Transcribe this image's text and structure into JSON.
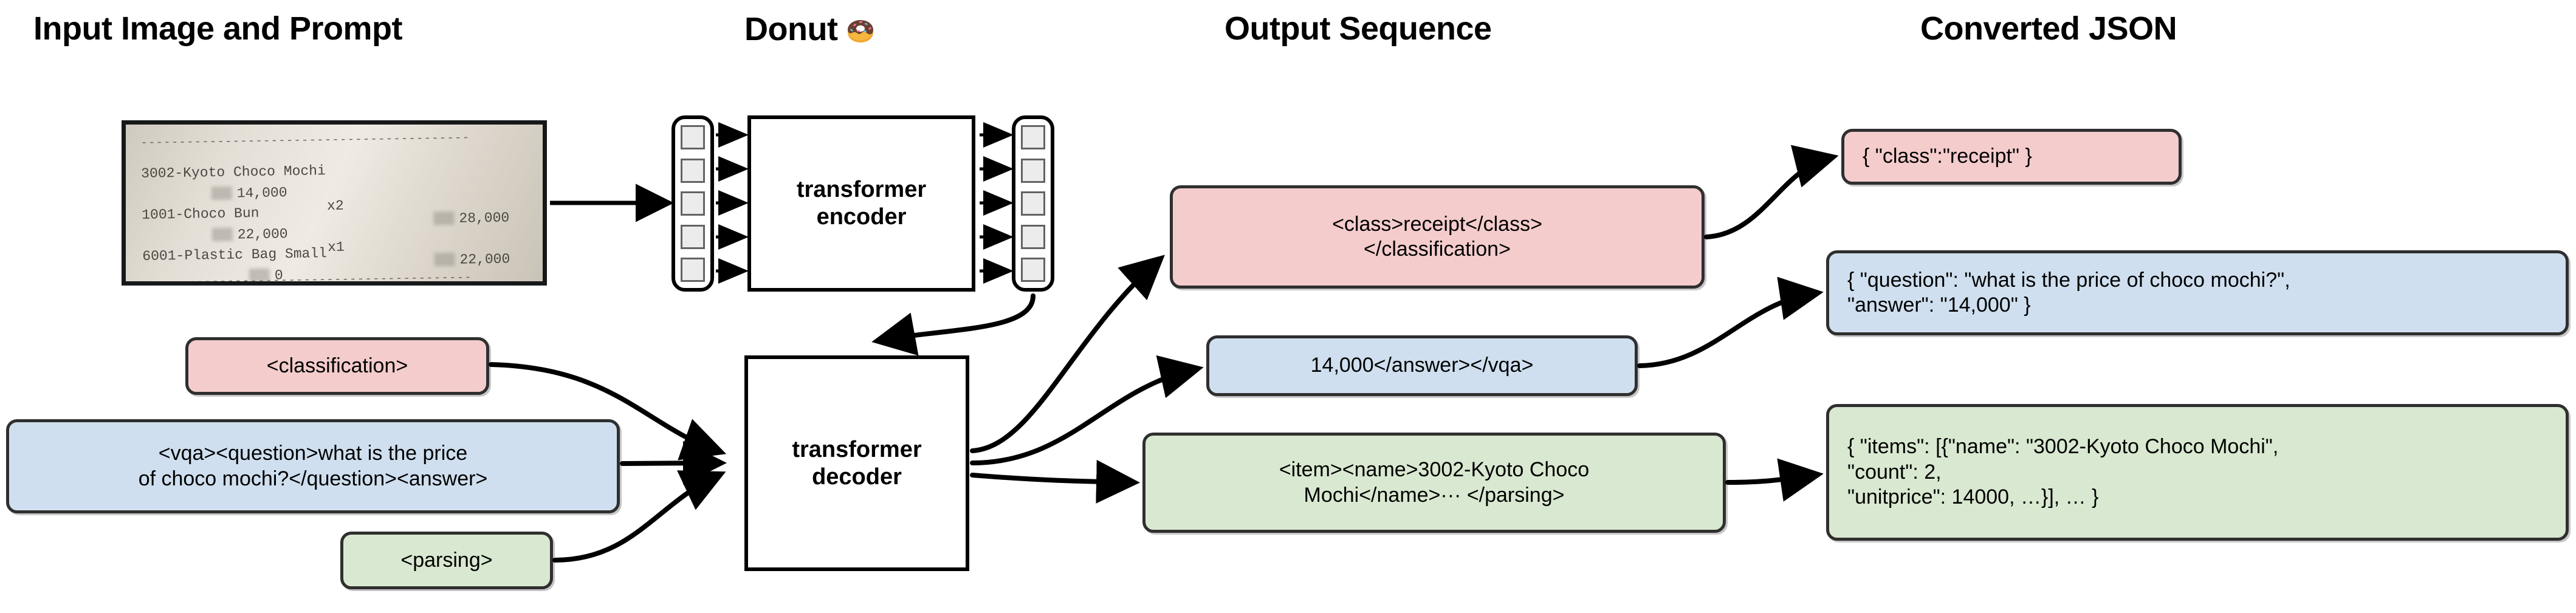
{
  "columns": {
    "input": "Input Image and Prompt",
    "model": "Donut",
    "model_emoji": "donut-emoji",
    "output": "Output Sequence",
    "json": "Converted JSON"
  },
  "receipt": {
    "top_rule": "-------------------------------------------",
    "bottom_rule": "-------------------------------------------",
    "lines": [
      {
        "name": "3002-Kyoto Choco Mochi",
        "unit": "14,000",
        "qty": "x2",
        "total": "28,000"
      },
      {
        "name": "1001-Choco Bun",
        "unit": "22,000",
        "qty": "x1",
        "total": "22,000"
      },
      {
        "name": "6001-Plastic Bag Small",
        "unit": "0",
        "qty": "x1",
        "total": "0"
      }
    ]
  },
  "encoder": {
    "label": "transformer\nencoder",
    "input_tokens": 5,
    "output_tokens": 5
  },
  "decoder": {
    "label": "transformer\ndecoder"
  },
  "prompts": [
    {
      "id": "classification",
      "text": "<classification>",
      "color": "#f4cccc"
    },
    {
      "id": "vqa",
      "text": "<vqa><question>what is the price\nof choco mochi?</question><answer>",
      "color": "#cfdfef"
    },
    {
      "id": "parsing",
      "text": "<parsing>",
      "color": "#d9e8d0"
    }
  ],
  "outputs": [
    {
      "id": "classification-out",
      "text": "<class>receipt</class>\n</classification>",
      "color": "#f4cccc"
    },
    {
      "id": "vqa-out",
      "text": "14,000</answer></vqa>",
      "color": "#cfdfef"
    },
    {
      "id": "parsing-out",
      "text": "<item><name>3002-Kyoto Choco\nMochi</name>··· </parsing>",
      "color": "#d9e8d0"
    }
  ],
  "converted": [
    {
      "id": "classification-json",
      "text": "{ \"class\":\"receipt\" }",
      "color": "#f4cccc"
    },
    {
      "id": "vqa-json",
      "text": "{ \"question\": \"what is the price of choco mochi?\",\n   \"answer\": \"14,000\" }",
      "color": "#cfdfef"
    },
    {
      "id": "parsing-json",
      "text": "{ \"items\": [{\"name\": \"3002-Kyoto Choco Mochi\",\n    \"count\": 2,\n    \"unitprice\": 14000, …}], … }",
      "color": "#d9e8d0"
    }
  ],
  "palette": {
    "pink": "#f4cccc",
    "blue": "#cfdfef",
    "green": "#d9e8d0",
    "outline": "#2f2f2f",
    "black": "#000000"
  }
}
